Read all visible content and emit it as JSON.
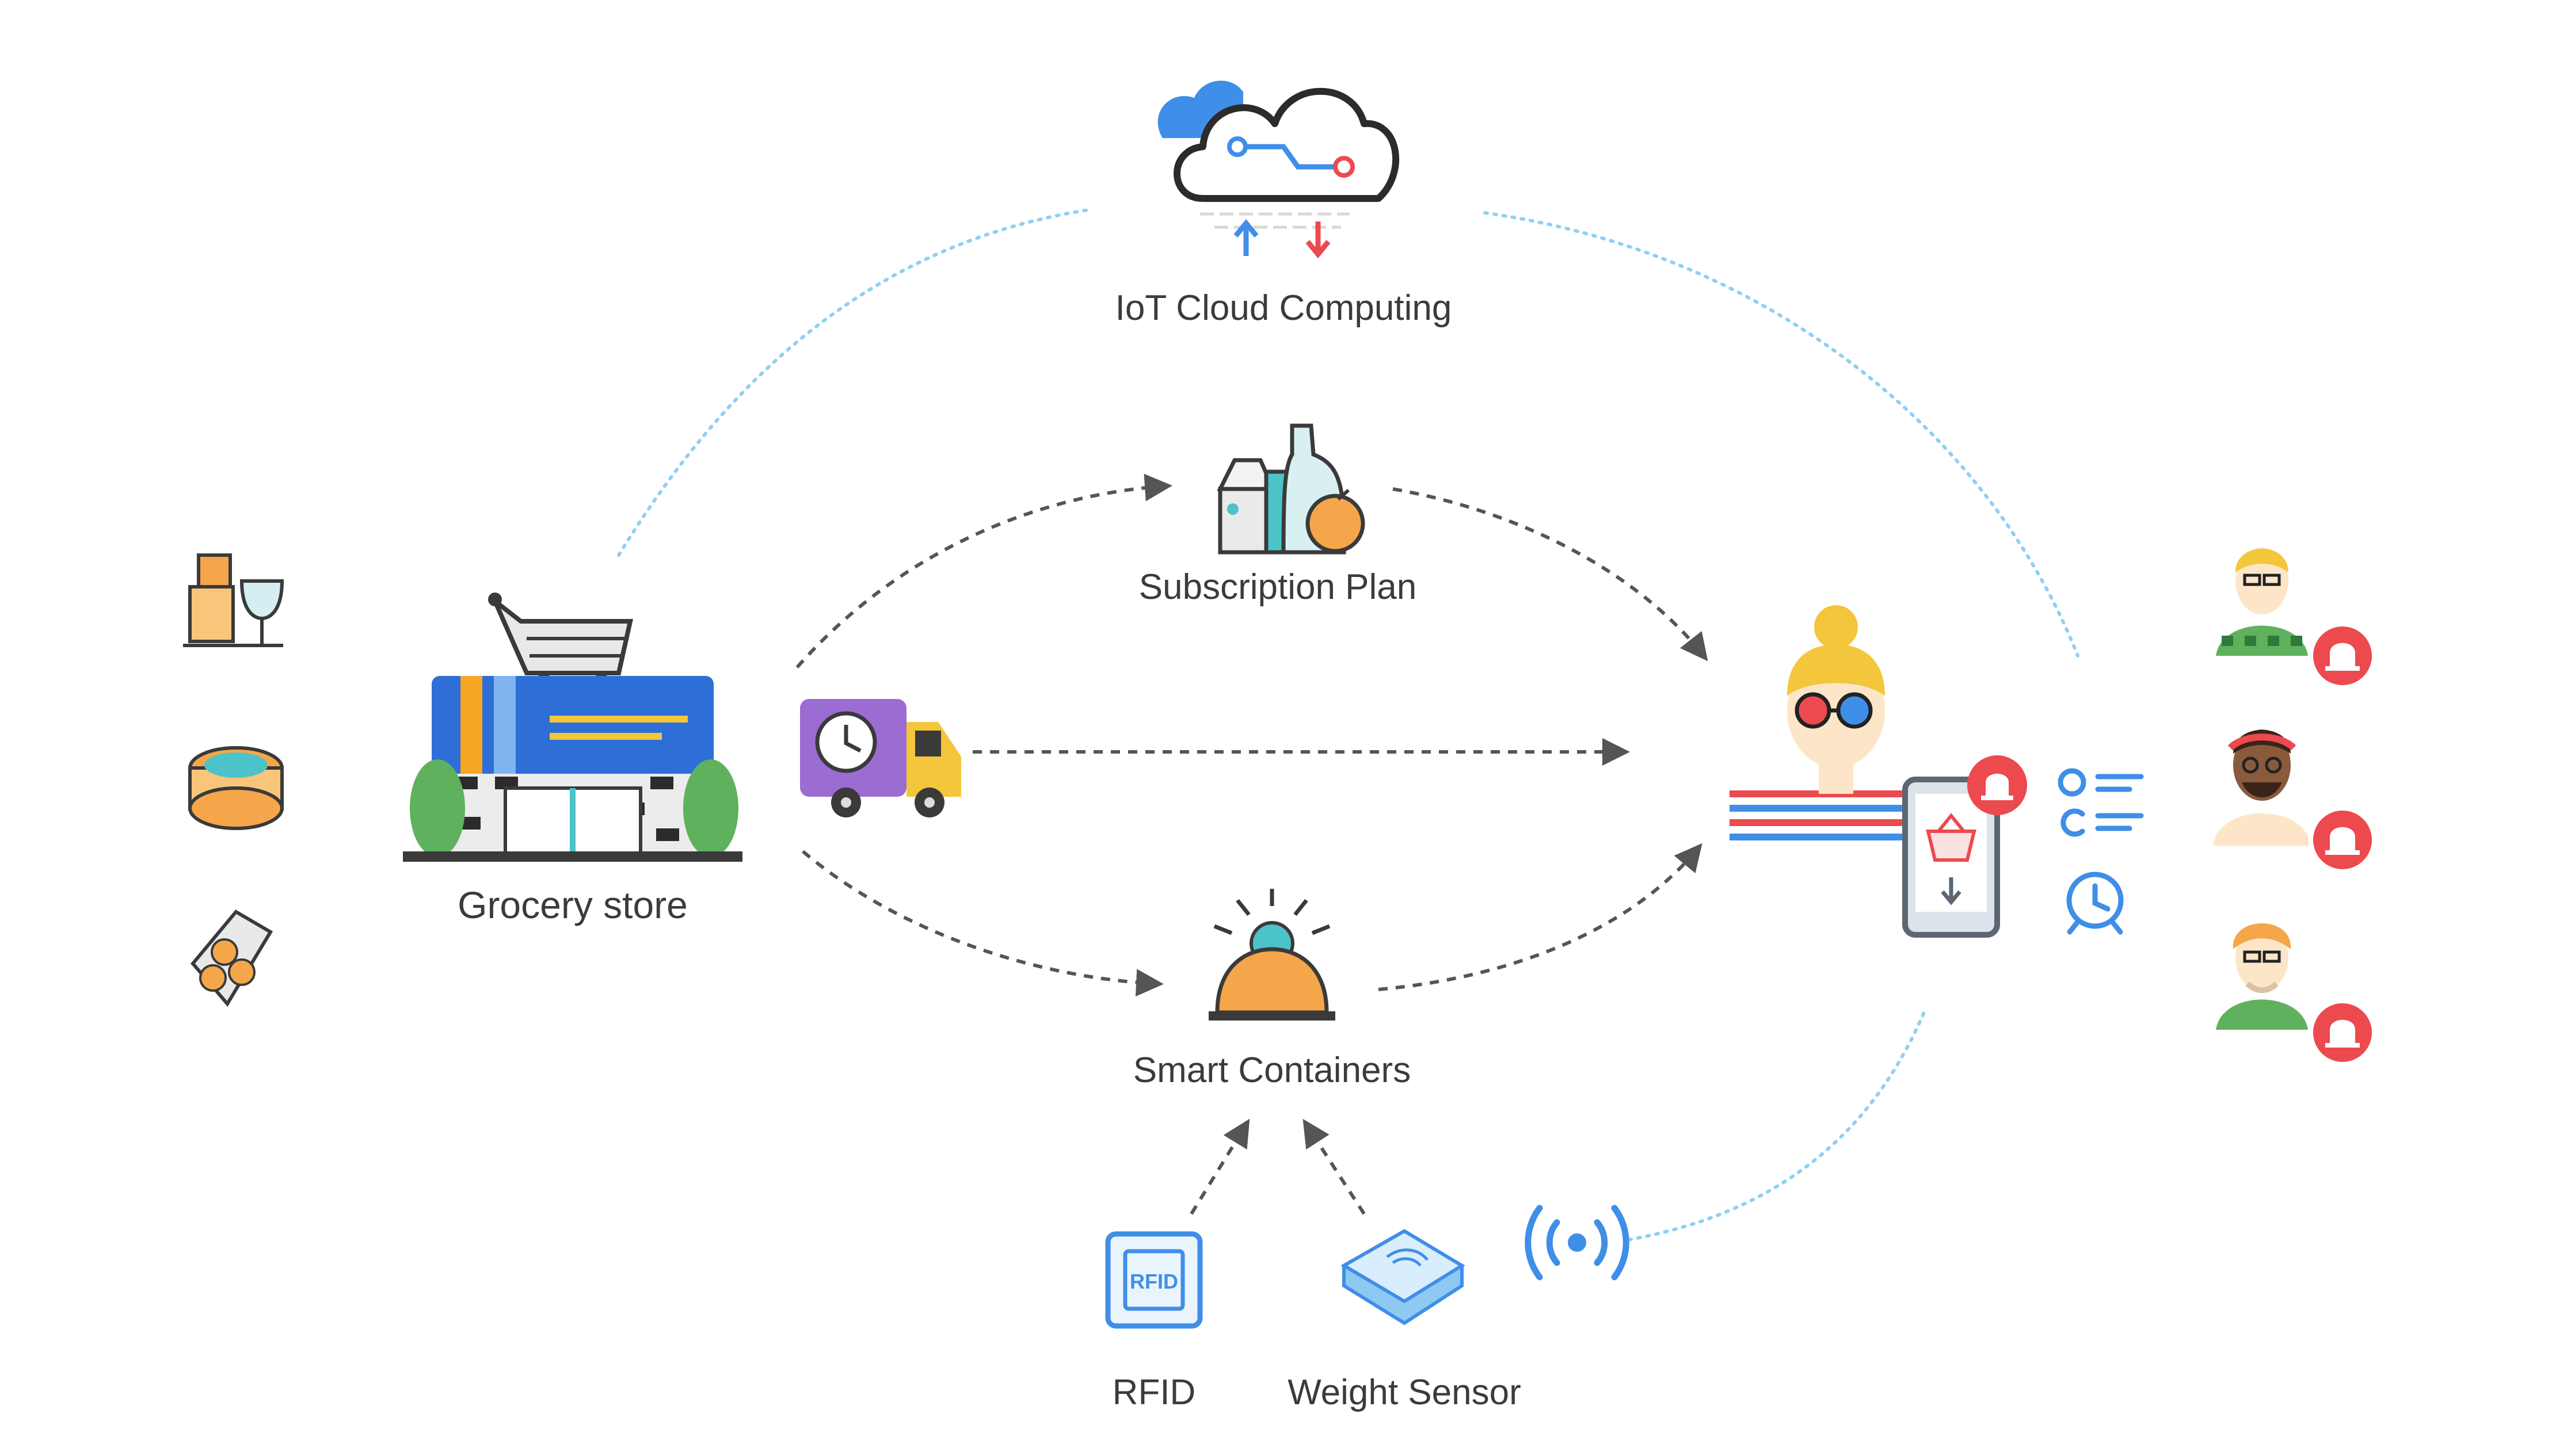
{
  "nodes": {
    "cloud": {
      "label": "IoT Cloud Computing"
    },
    "subscription": {
      "label": "Subscription Plan"
    },
    "store": {
      "label": "Grocery store"
    },
    "containers": {
      "label": "Smart Containers"
    },
    "rfid": {
      "label": "RFID",
      "chip_text": "RFID"
    },
    "weight": {
      "label": "Weight Sensor"
    }
  },
  "colors": {
    "dotted_link": "#8fd0f4",
    "dashed_arrow": "#555555",
    "blue": "#3f8ee8",
    "red": "#ec4a4f",
    "orange": "#f5a64a",
    "green": "#5fb15d",
    "purple": "#9b6cd1",
    "yellow": "#f3c63c"
  },
  "icons": {
    "products": [
      "drinks-icon",
      "canned-food-icon",
      "egg-carton-icon"
    ],
    "notifications": [
      "bell-icon",
      "bell-icon",
      "bell-icon"
    ],
    "customer": "woman-with-phone-icon",
    "delivery": "delivery-truck-icon",
    "list": "checklist-icon",
    "alarm": "alarm-clock-icon",
    "signal": "wireless-signal-icon"
  }
}
